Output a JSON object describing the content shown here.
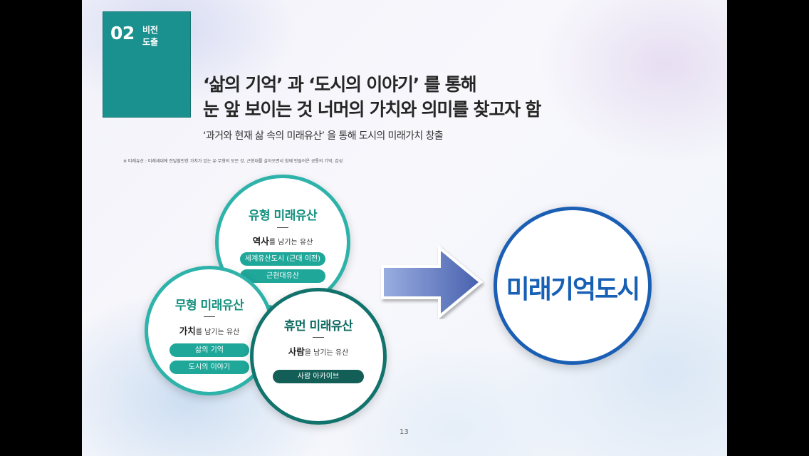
{
  "section": {
    "number": "02",
    "label": "비전\n도출"
  },
  "headline": {
    "line1": "‘삶의 기억’ 과  ‘도시의 이야기’ 를 통해",
    "line2": "눈 앞 보이는 것 너머의 가치와 의미를 찾고자 함"
  },
  "subline": "‘과거와 현재 삶 속의 미래유산’ 을 통해 도시의 미래가치 창출",
  "footnote": "※ 미래유산 : 미래세대에 전달할만한 가치가 있는 유·무형의 모든 것. 근현대를 살아오면서 함께 만들어온 공통의 기억, 감성",
  "circles": {
    "tangible": {
      "title": "유형 미래유산",
      "desc_strong": "역사",
      "desc_rest": "를 남기는 유산",
      "tags": [
        "세계유산도시 (근대 이전)",
        "근현대유산"
      ]
    },
    "intangible": {
      "title": "무형 미래유산",
      "desc_strong": "가치",
      "desc_rest": "를 남기는 유산",
      "tags": [
        "삶의 기억",
        "도시의 이야기"
      ]
    },
    "human": {
      "title": "휴먼 미래유산",
      "desc_strong": "사람",
      "desc_rest": "을 남기는 유산",
      "tags": [
        "사람 아카이브"
      ]
    }
  },
  "result": "미래기억도시",
  "page_number": "13",
  "colors": {
    "teal": "#1a918f",
    "dark_teal": "#135f58",
    "blue": "#1760b5"
  }
}
